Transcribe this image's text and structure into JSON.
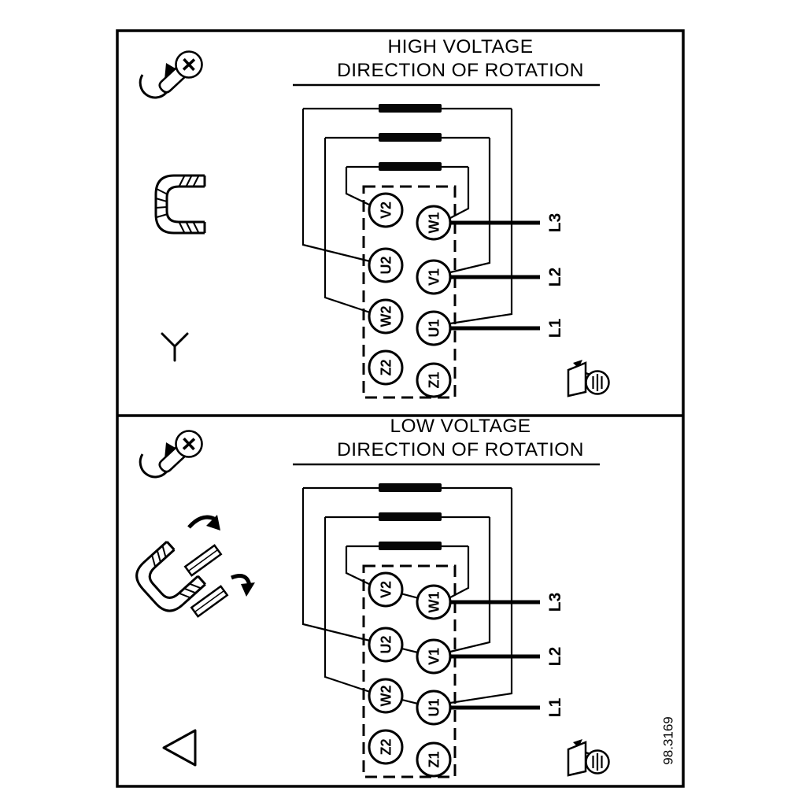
{
  "drawing_number": "98.3169",
  "panels": {
    "high": {
      "title_line1": "HIGH VOLTAGE",
      "title_line2": "DIRECTION OF ROTATION",
      "connection": "star",
      "terminals": {
        "left": [
          "V2",
          "U2",
          "W2",
          "Z2"
        ],
        "right": [
          "W1",
          "V1",
          "U1",
          "Z1"
        ]
      },
      "supply_lines": [
        "L3",
        "L2",
        "L1"
      ]
    },
    "low": {
      "title_line1": "LOW VOLTAGE",
      "title_line2": "DIRECTION OF ROTATION",
      "connection": "delta",
      "terminals": {
        "left": [
          "V2",
          "U2",
          "W2",
          "Z2"
        ],
        "right": [
          "W1",
          "V1",
          "U1",
          "Z1"
        ]
      },
      "supply_lines": [
        "L3",
        "L2",
        "L1"
      ]
    }
  },
  "icons": {
    "screw": "terminal-screw-with-rotation-arrow",
    "jumper": "terminal-jumper-link",
    "delta_jumper": "jumper-rearrangement-delta",
    "star": "star-connection-symbol",
    "delta": "delta-connection-symbol",
    "earth": "earth-terminal"
  },
  "colors": {
    "ink": "#000000",
    "paper": "#ffffff"
  }
}
